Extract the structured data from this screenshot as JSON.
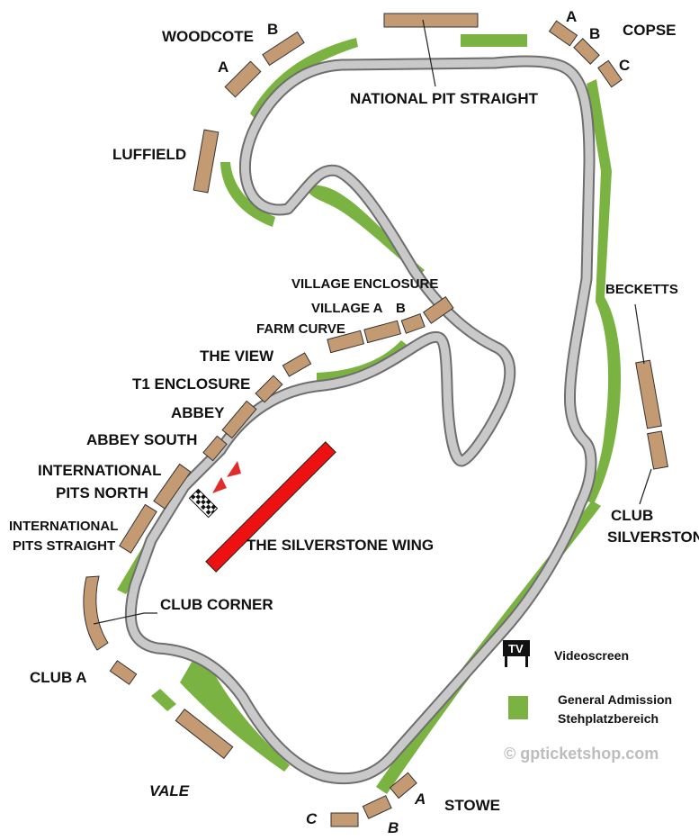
{
  "colors": {
    "track": "#c9c9c9",
    "track_edge": "#6e6e6e",
    "grandstand": "#c49a73",
    "general_admission": "#7ab342",
    "silverstone_wing": "#ee1111",
    "start_arrow": "#e22b2b",
    "watermark": "#bdbdbd"
  },
  "labels": {
    "woodcote": "WOODCOTE",
    "woodcote_a": "A",
    "woodcote_b": "B",
    "national_pit_straight": "NATIONAL PIT STRAIGHT",
    "copse": "COPSE",
    "copse_a": "A",
    "copse_b": "B",
    "copse_c": "C",
    "luffield": "LUFFIELD",
    "village_enclosure": "VILLAGE ENCLOSURE",
    "village_a": "VILLAGE A",
    "village_b": "B",
    "farm_curve": "FARM CURVE",
    "the_view": "THE VIEW",
    "t1_enclosure": "T1 ENCLOSURE",
    "abbey": "ABBEY",
    "abbey_south": "ABBEY SOUTH",
    "international_pits_north_1": "INTERNATIONAL",
    "international_pits_north_2": "PITS NORTH",
    "international_pits_straight_1": "INTERNATIONAL",
    "international_pits_straight_2": "PITS STRAIGHT",
    "the_silverstone_wing": "THE SILVERSTONE WING",
    "club_corner": "CLUB CORNER",
    "club_a": "CLUB A",
    "vale": "VALE",
    "becketts": "BECKETTS",
    "club_silverstone_1": "CLUB",
    "club_silverstone_2": "SILVERSTONE",
    "stowe": "STOWE",
    "stowe_a": "A",
    "stowe_b": "B",
    "stowe_c": "C"
  },
  "legend": {
    "tv_icon_text": "TV",
    "videoscreen": "Videoscreen",
    "general_admission_1": "General Admission",
    "general_admission_2": "Stehplatzbereich"
  },
  "watermark": "© gpticketshop.com",
  "icons": {
    "start_flag": "checkered-flag-icon",
    "direction": "race-direction-arrow-icon",
    "videoscreen": "tv-icon"
  }
}
